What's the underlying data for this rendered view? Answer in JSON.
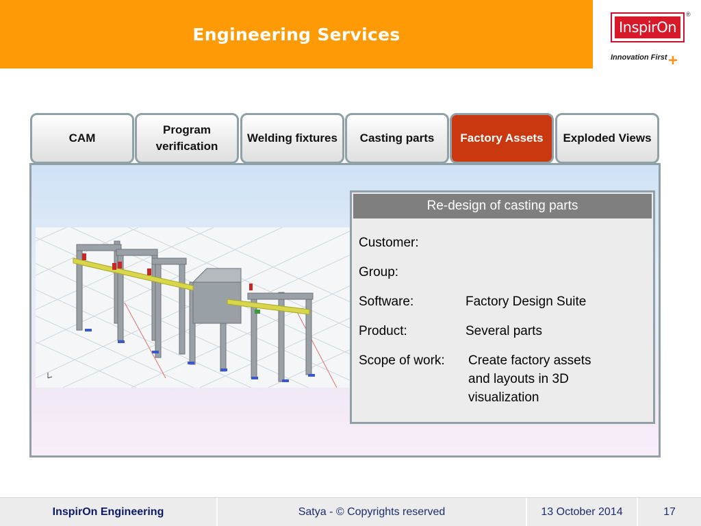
{
  "header": {
    "title": "Engineering Services"
  },
  "logo": {
    "brand": "InspirOn",
    "tagline": "Innovation First",
    "registered": "®"
  },
  "tabs": [
    {
      "label": "CAM",
      "active": false
    },
    {
      "label": "Program verification",
      "active": false
    },
    {
      "label": "Welding fixtures",
      "active": false
    },
    {
      "label": "Casting parts",
      "active": false
    },
    {
      "label": "Factory Assets",
      "active": true
    },
    {
      "label": "Exploded Views",
      "active": false
    }
  ],
  "colors": {
    "header": "#fd9a06",
    "active_tab": "#c9380e",
    "frame": "#8fa0a6",
    "footer_text": "#1c2c6e"
  },
  "info": {
    "heading": "Re-design of casting parts",
    "customer_label": "Customer:",
    "customer_value": "",
    "group_label": "Group:",
    "group_value": "",
    "software_label": "Software:",
    "software_value": "Factory Design Suite",
    "product_label": "Product:",
    "product_value": "Several parts",
    "scope_label": "Scope of work:",
    "scope_line1": "Create factory assets",
    "scope_line2": "and layouts in 3D",
    "scope_line3": "visualization"
  },
  "footer": {
    "company": "InspirOn Engineering",
    "copyright": "Satya - © Copyrights reserved",
    "date": "13 October 2014",
    "page": "17"
  }
}
